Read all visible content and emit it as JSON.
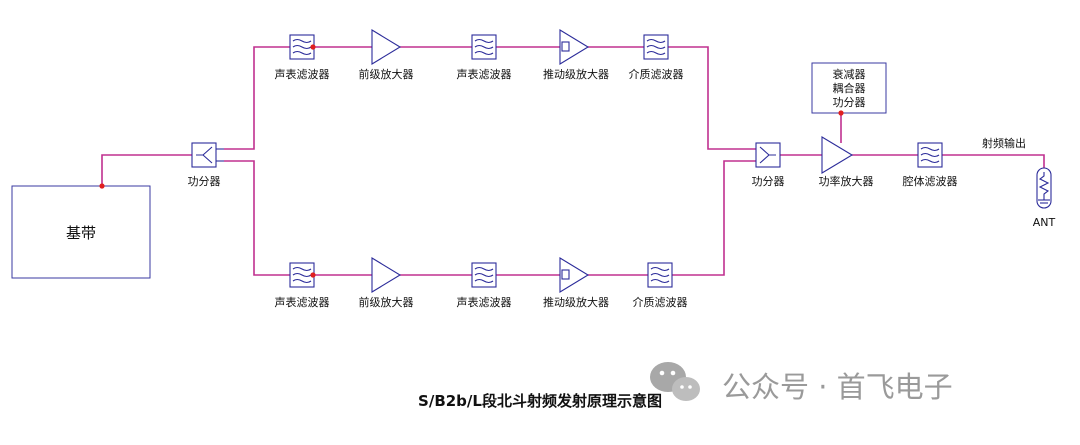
{
  "labels": {
    "baseband": "基带",
    "splitter_in": "功分器",
    "splitter_out": "功分器",
    "saw": "声表滤波器",
    "preamp": "前级放大器",
    "driver": "推动级放大器",
    "dielectric": "介质滤波器",
    "pa": "功率放大器",
    "cavity": "腔体滤波器",
    "rf_out": "射频输出",
    "ant": "ANT",
    "side_block": [
      "衰减器",
      "耦合器",
      "功分器"
    ]
  },
  "caption": "S/B2b/L段北斗射频发射原理示意图",
  "watermark": "公众号 · 首飞电子",
  "colors": {
    "wire": "#c0308f",
    "component": "#2c2c9a",
    "junction": "#e02020"
  },
  "icons": [
    "wechat-icon",
    "antenna-icon"
  ]
}
